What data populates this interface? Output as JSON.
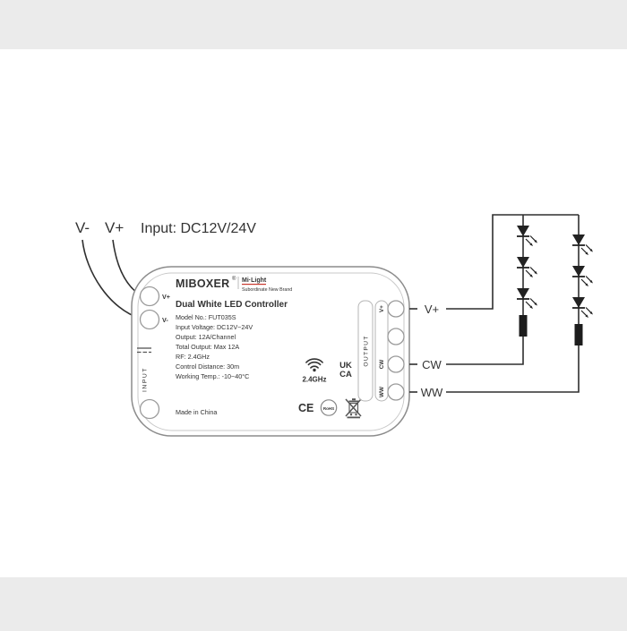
{
  "canvas": {
    "bg": "#ebebeb",
    "panel": "#ffffff"
  },
  "accent": {
    "red": "#c8372d",
    "wire": "#2f2f2f"
  },
  "input_section": {
    "v_minus_label": "V-",
    "v_plus_label": "V+",
    "supply_label": "Input: DC12V/24V"
  },
  "device": {
    "brand": "MIBOXER",
    "brand_reg": "®",
    "sub_brand": "Mi·Light",
    "sub_brand_tagline": "Subordinate New Brand",
    "title": "Dual White LED Controller",
    "specs": [
      "Model No.: FUT035S",
      "Input Voltage: DC12V~24V",
      "Output: 12A/Channel",
      "Total Output: Max 12A",
      "RF: 2.4GHz",
      "Control Distance: 30m",
      "Working Temp.: -10~40°C"
    ],
    "made_in": "Made in China",
    "left_terminals": {
      "label": "INPUT",
      "pins": [
        "V+",
        "V-"
      ]
    },
    "right_terminals": {
      "label": "OUTPUT",
      "pins": [
        "V+",
        "CW",
        "WW"
      ]
    },
    "certifications": {
      "rf": "2.4GHz",
      "ukca_top": "UK",
      "ukca_bottom": "CA",
      "ce": "CE",
      "rohs": "RoHS"
    }
  },
  "wiring": {
    "output_labels": [
      "V+",
      "CW",
      "WW"
    ],
    "led_strings": 2,
    "leds_per_string": 3
  }
}
